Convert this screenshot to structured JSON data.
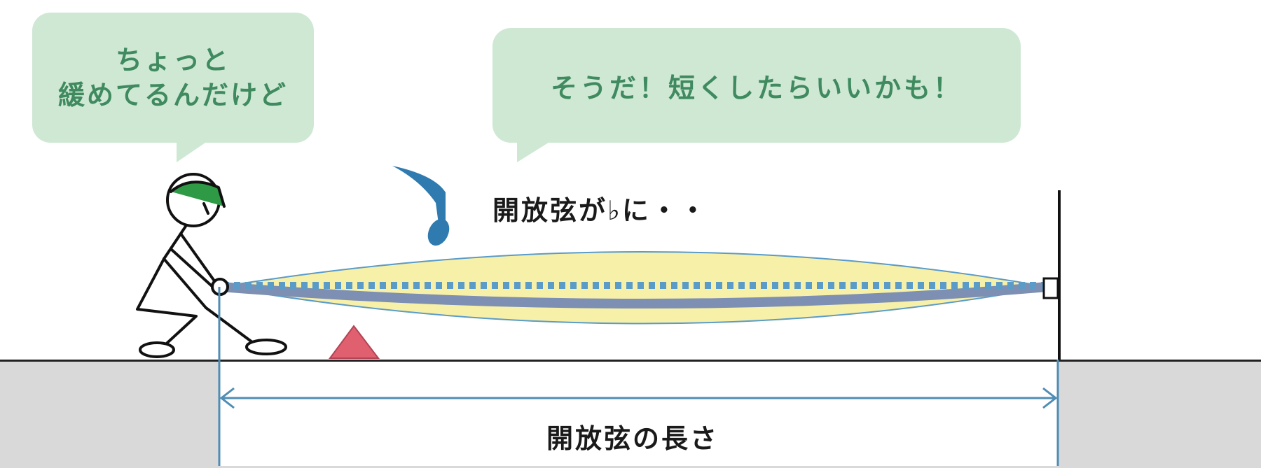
{
  "bubbles": {
    "left_line1": "ちょっと",
    "left_line2": "緩めてるんだけど",
    "right": "そうだ！短くしたらいいかも！"
  },
  "labels": {
    "flat": "開放弦が♭に・・",
    "length": "開放弦の長さ"
  },
  "colors": {
    "bubble_bg": "#cfe8d4",
    "bubble_text": "#3f8a5f",
    "string_vibration": "#f7f0a8",
    "string_color": "#7d8fb3",
    "dimension_line": "#4f8db5",
    "music_note": "#2f7bb0",
    "cap": "#2e9a45",
    "triangle": "#e06070",
    "ground": "#d9d9d9"
  },
  "icons": [
    "music-note-icon",
    "stick-figure-icon",
    "triangle-bridge-icon",
    "arrow-left-icon",
    "arrow-right-icon"
  ]
}
